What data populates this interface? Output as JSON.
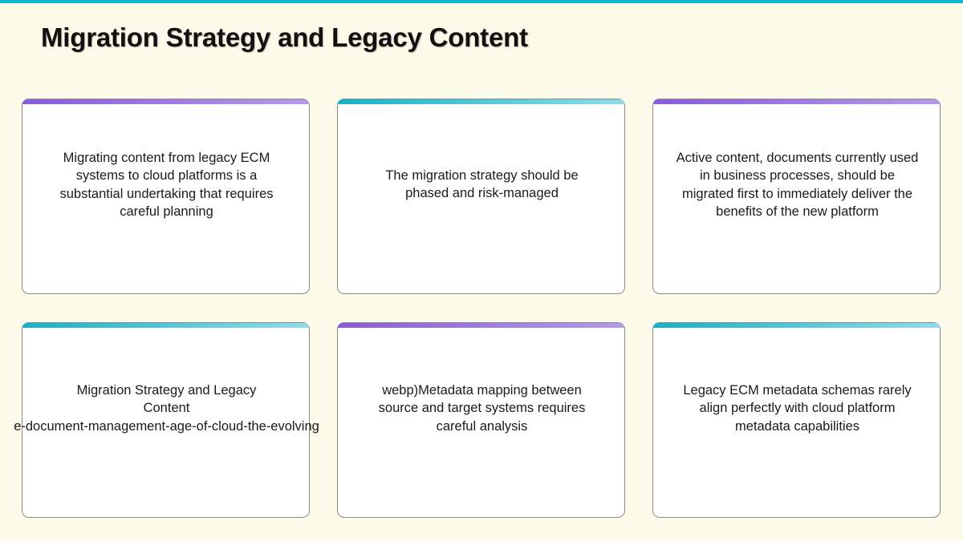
{
  "slide": {
    "title": "Migration Strategy and Legacy Content",
    "accent_color": "#14b5cf",
    "background": "#fcfae9"
  },
  "cards": [
    {
      "accent": "purple",
      "text": "Migrating content from legacy ECM systems to cloud platforms is a substantial undertaking that requires careful planning"
    },
    {
      "accent": "teal",
      "text": "The migration strategy should be phased and risk-managed"
    },
    {
      "accent": "purple",
      "text": "Active content, documents currently used in business processes, should be migrated first to immediately deliver the benefits of the new platform"
    },
    {
      "accent": "teal",
      "line1": "Migration Strategy and Legacy",
      "line2": "Content",
      "line3": "e-document-management-age-of-cloud-the-evolving"
    },
    {
      "accent": "purple",
      "text": "webp)Metadata mapping between source and target systems requires careful analysis"
    },
    {
      "accent": "teal",
      "text": "Legacy ECM metadata schemas rarely align perfectly with cloud platform metadata capabilities"
    }
  ]
}
